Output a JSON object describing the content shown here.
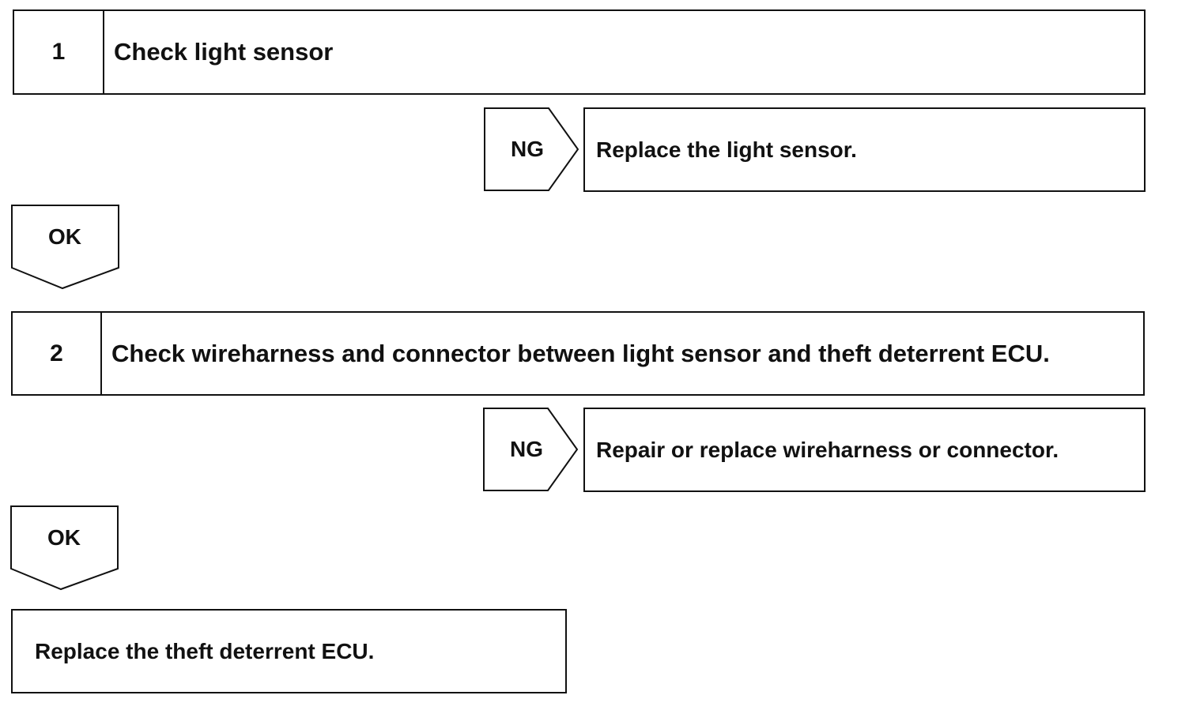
{
  "steps": [
    {
      "number": "1",
      "title": "Check light sensor"
    },
    {
      "number": "2",
      "title": "Check wireharness and connector between light sensor and theft deterrent ECU."
    }
  ],
  "branches": {
    "ng_label": "NG",
    "ok_label": "OK",
    "ng_1_action": "Replace the light sensor.",
    "ng_2_action": "Repair or replace wireharness or connector."
  },
  "final_action": "Replace the theft deterrent ECU."
}
